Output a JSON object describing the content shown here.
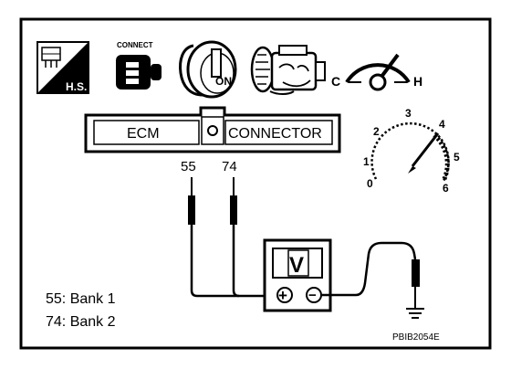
{
  "icons": {
    "hs_text": "H.S.",
    "connect_text": "CONNECT",
    "key_text": "ON",
    "temp_cold": "C",
    "temp_hot": "H"
  },
  "connector": {
    "left_label": "ECM",
    "right_label": "CONNECTOR"
  },
  "pins": [
    "55",
    "74"
  ],
  "meter": {
    "display": "V",
    "positive": "+",
    "negative": "−"
  },
  "tachometer": {
    "scale": [
      "0",
      "1",
      "2",
      "3",
      "4",
      "5",
      "6"
    ]
  },
  "legend": [
    {
      "text": "55: Bank 1"
    },
    {
      "text": "74: Bank 2"
    }
  ],
  "figure_code": "PBIB2054E",
  "colors": {
    "ink": "#000000",
    "paper": "#ffffff"
  }
}
